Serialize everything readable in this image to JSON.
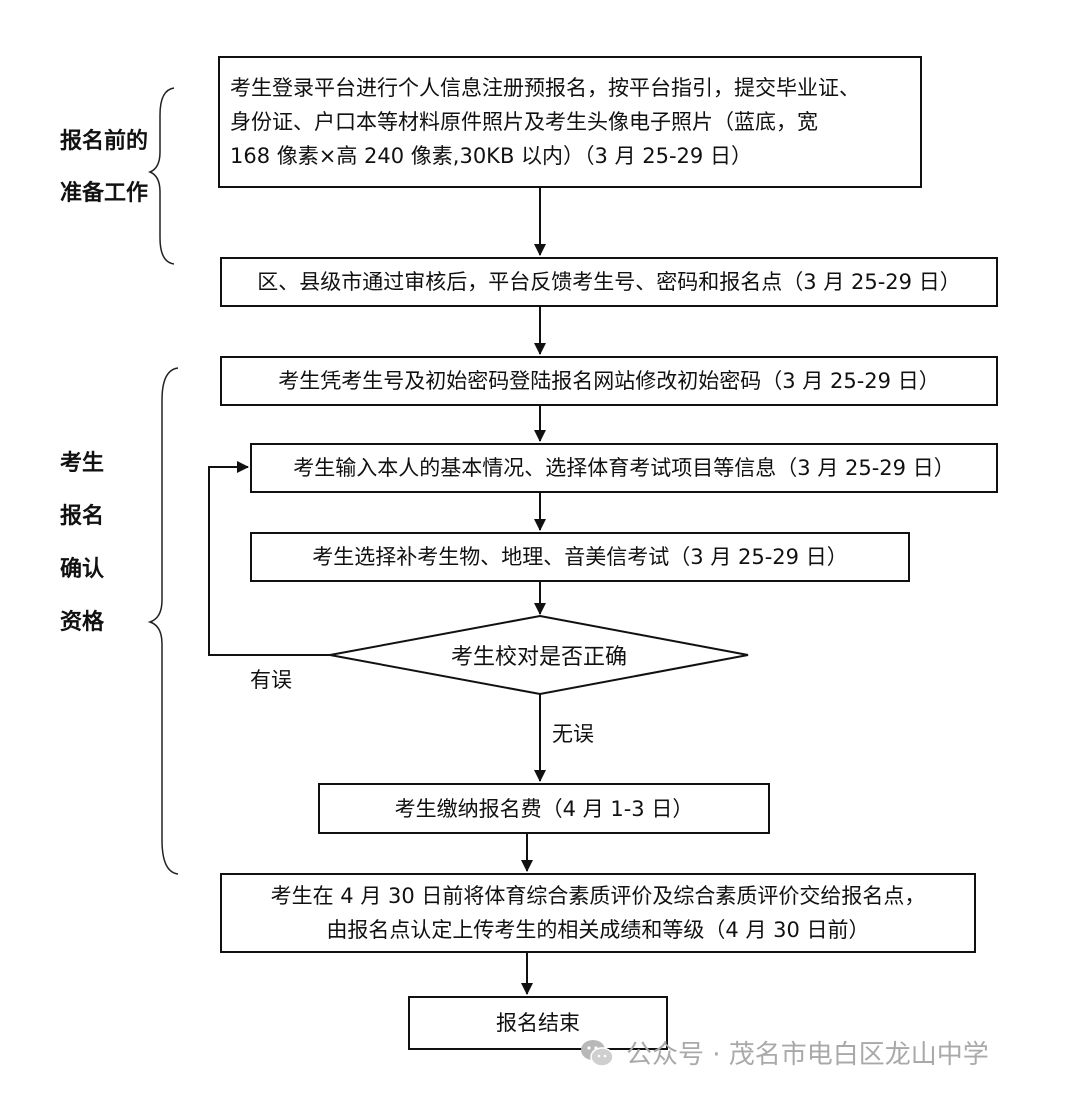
{
  "side_labels": {
    "prep_line1": "报名前的",
    "prep_line2": "准备工作",
    "confirm_line1": "考生",
    "confirm_line2": "报名",
    "confirm_line3": "确认",
    "confirm_line4": "资格"
  },
  "nodes": {
    "step1_line1": "考生登录平台进行个人信息注册预报名，按平台指引，提交毕业证、",
    "step1_line2": "身份证、户口本等材料原件照片及考生头像电子照片（蓝底，宽",
    "step1_line3": "168 像素×高 240 像素,30KB 以内）（3 月 25-29 日）",
    "step2": "区、县级市通过审核后，平台反馈考生号、密码和报名点（3 月 25-29 日）",
    "step3": "考生凭考生号及初始密码登陆报名网站修改初始密码（3 月 25-29 日）",
    "step4": "考生输入本人的基本情况、选择体育考试项目等信息（3 月 25-29 日）",
    "step5": "考生选择补考生物、地理、音美信考试（3 月 25-29 日）",
    "decision": "考生校对是否正确",
    "step6": "考生缴纳报名费（4 月 1-3 日）",
    "step7_line1": "考生在 4 月 30 日前将体育综合素质评价及综合素质评价交给报名点，",
    "step7_line2": "由报名点认定上传考生的相关成绩和等级（4 月 30 日前）",
    "step8": "报名结束"
  },
  "edge_labels": {
    "error": "有误",
    "no_error": "无误"
  },
  "watermark": {
    "text": "公众号 · 茂名市电白区龙山中学",
    "icon": "wechat-icon"
  }
}
